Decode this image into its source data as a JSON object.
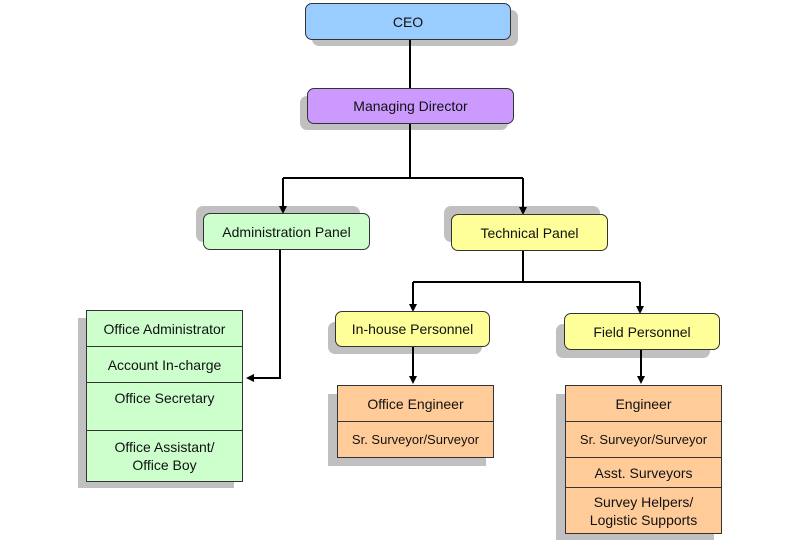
{
  "colors": {
    "ceo": "#99ccff",
    "managing_director": "#cc99ff",
    "admin": "#ccffcc",
    "technical": "#ffff99",
    "staff": "#ffcc99",
    "shadow": "#c0c0c0",
    "line": "#000000"
  },
  "nodes": {
    "ceo": "CEO",
    "managing_director": "Managing Director",
    "administration_panel": "Administration Panel",
    "technical_panel": "Technical Panel",
    "inhouse_personnel": "In-house Personnel",
    "field_personnel": "Field Personnel"
  },
  "admin_staff": [
    "Office Administrator",
    "Account In-charge",
    "Office Secretary",
    "Office Assistant/\nOffice Boy"
  ],
  "inhouse_staff": [
    "Office Engineer",
    "Sr. Surveyor/Surveyor"
  ],
  "field_staff": [
    "Engineer",
    "Sr. Surveyor/Surveyor",
    "Asst. Surveyors",
    "Survey Helpers/\nLogistic Supports"
  ]
}
